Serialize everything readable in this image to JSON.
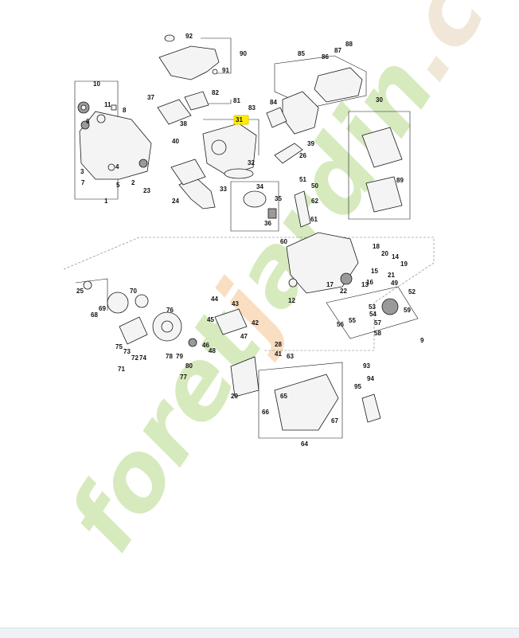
{
  "watermark": {
    "text": "foretjardin.com",
    "colors": [
      "#b5d98a",
      "#f6c48f",
      "#e6d4bb"
    ]
  },
  "highlighted_part": "31",
  "callouts": [
    "1",
    "2",
    "3",
    "4",
    "5",
    "6",
    "7",
    "8",
    "9",
    "10",
    "11",
    "12",
    "13",
    "14",
    "15",
    "16",
    "17",
    "18",
    "19",
    "20",
    "21",
    "22",
    "23",
    "24",
    "25",
    "26",
    "28",
    "29",
    "30",
    "31",
    "32",
    "33",
    "34",
    "35",
    "36",
    "37",
    "38",
    "39",
    "40",
    "41",
    "42",
    "43",
    "44",
    "45",
    "46",
    "47",
    "48",
    "49",
    "50",
    "51",
    "52",
    "53",
    "54",
    "55",
    "56",
    "57",
    "58",
    "59",
    "60",
    "61",
    "62",
    "63",
    "64",
    "65",
    "66",
    "67",
    "68",
    "69",
    "70",
    "71",
    "72",
    "73",
    "74",
    "75",
    "76",
    "77",
    "78",
    "79",
    "80",
    "81",
    "82",
    "83",
    "84",
    "85",
    "86",
    "87",
    "88",
    "89",
    "90",
    "91",
    "92",
    "93",
    "94",
    "95"
  ]
}
